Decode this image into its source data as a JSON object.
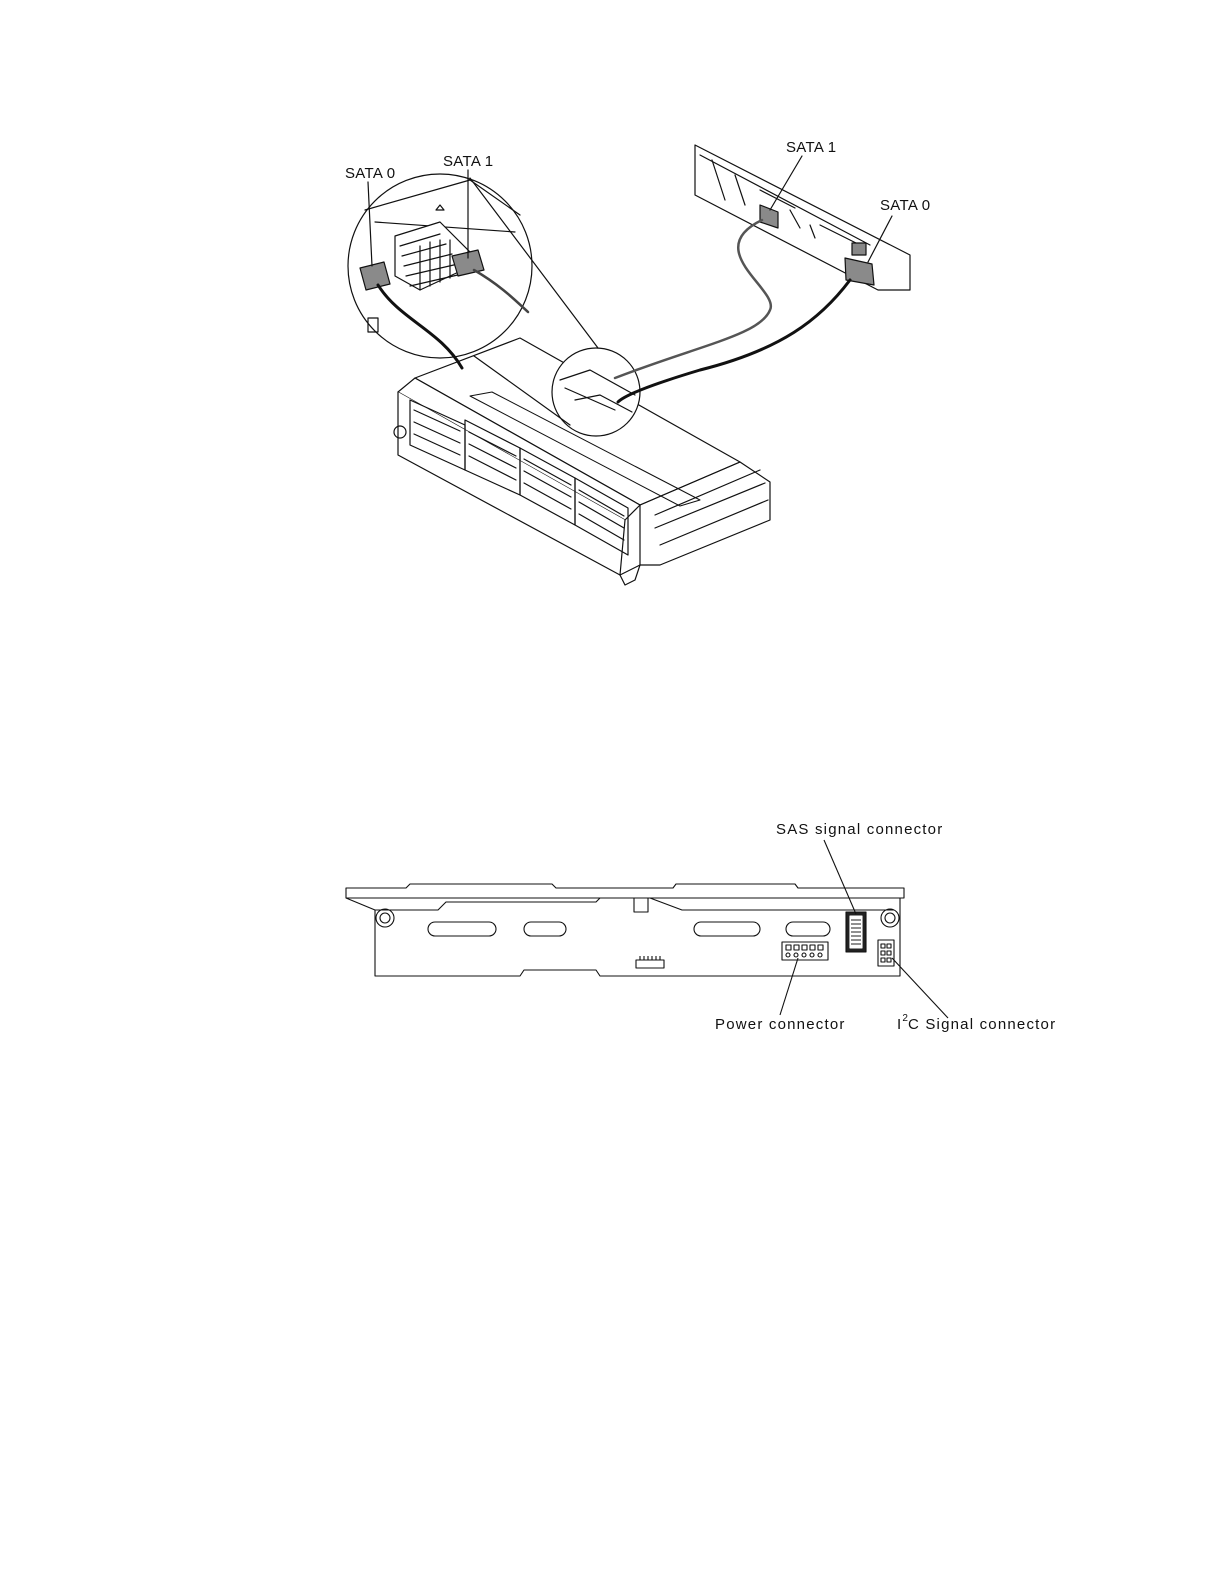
{
  "figure1": {
    "labels": {
      "sata0_left": "SATA 0",
      "sata1_left": "SATA 1",
      "sata1_right": "SATA 1",
      "sata0_right": "SATA 0"
    }
  },
  "figure2": {
    "labels": {
      "sas_signal": "SAS signal connector",
      "power": "Power connector",
      "i2c_prefix": "I",
      "i2c_sup": "2",
      "i2c_rest": "C Signal connector"
    }
  }
}
